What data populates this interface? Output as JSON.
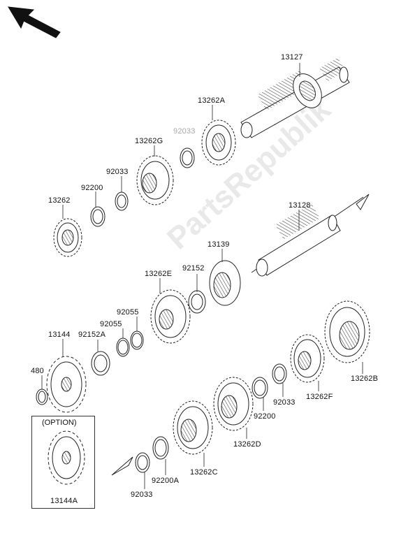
{
  "labels": {
    "p13127": "13127",
    "p13262A": "13262A",
    "p92033_faint": "92033",
    "p13262G": "13262G",
    "p92033_a": "92033",
    "p92200_a": "92200",
    "p13262": "13262",
    "p13128": "13128",
    "p13139": "13139",
    "p92152": "92152",
    "p13262E": "13262E",
    "p92055_a": "92055",
    "p92055_b": "92055",
    "p13144": "13144",
    "p92152A": "92152A",
    "p480": "480",
    "p13262B": "13262B",
    "p13262F": "13262F",
    "p92033_b": "92033",
    "p92200_b": "92200",
    "p13262D": "13262D",
    "p13262C": "13262C",
    "p92200A": "92200A",
    "p92033_c": "92033",
    "p13144A": "13144A"
  },
  "option": {
    "title": "(OPTION)"
  },
  "watermark": "PartsRepublik",
  "colors": {
    "line": "#222222",
    "fill": "#ffffff",
    "shade": "#dddddd"
  }
}
